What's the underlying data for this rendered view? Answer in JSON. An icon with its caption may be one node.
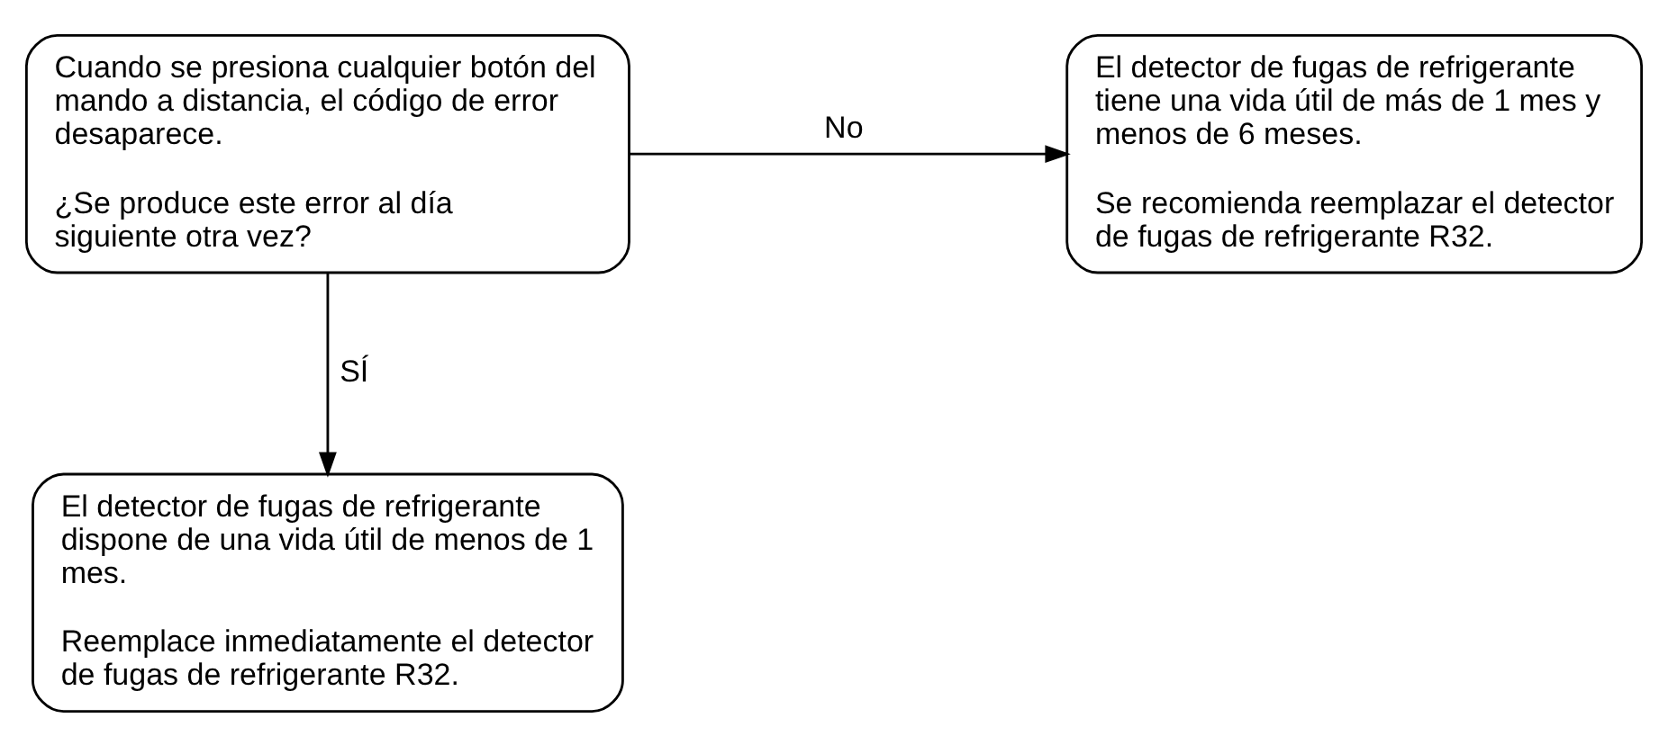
{
  "diagram": {
    "nodes": [
      {
        "text": [
          "Cuando se presiona cualquier botón del mando a distancia, el código de error desaparece.",
          "¿Se produce este error al día siguiente otra vez?"
        ]
      },
      {
        "text": [
          "El detector de fugas de refrigerante tiene una vida útil de más de 1 mes y menos de 6 meses.",
          "Se recomienda reemplazar el detector de fugas de refrigerante R32."
        ]
      },
      {
        "text": [
          "El detector de fugas de refrigerante dispone de una vida útil de menos de 1 mes.",
          "Reemplace inmediatamente el detector de fugas de refrigerante R32."
        ]
      }
    ],
    "edges": [
      {
        "from": 0,
        "to": 1,
        "arrow": "to",
        "label": "No"
      },
      {
        "from": 0,
        "to": 2,
        "arrow": "to",
        "label": "SÍ"
      }
    ]
  }
}
